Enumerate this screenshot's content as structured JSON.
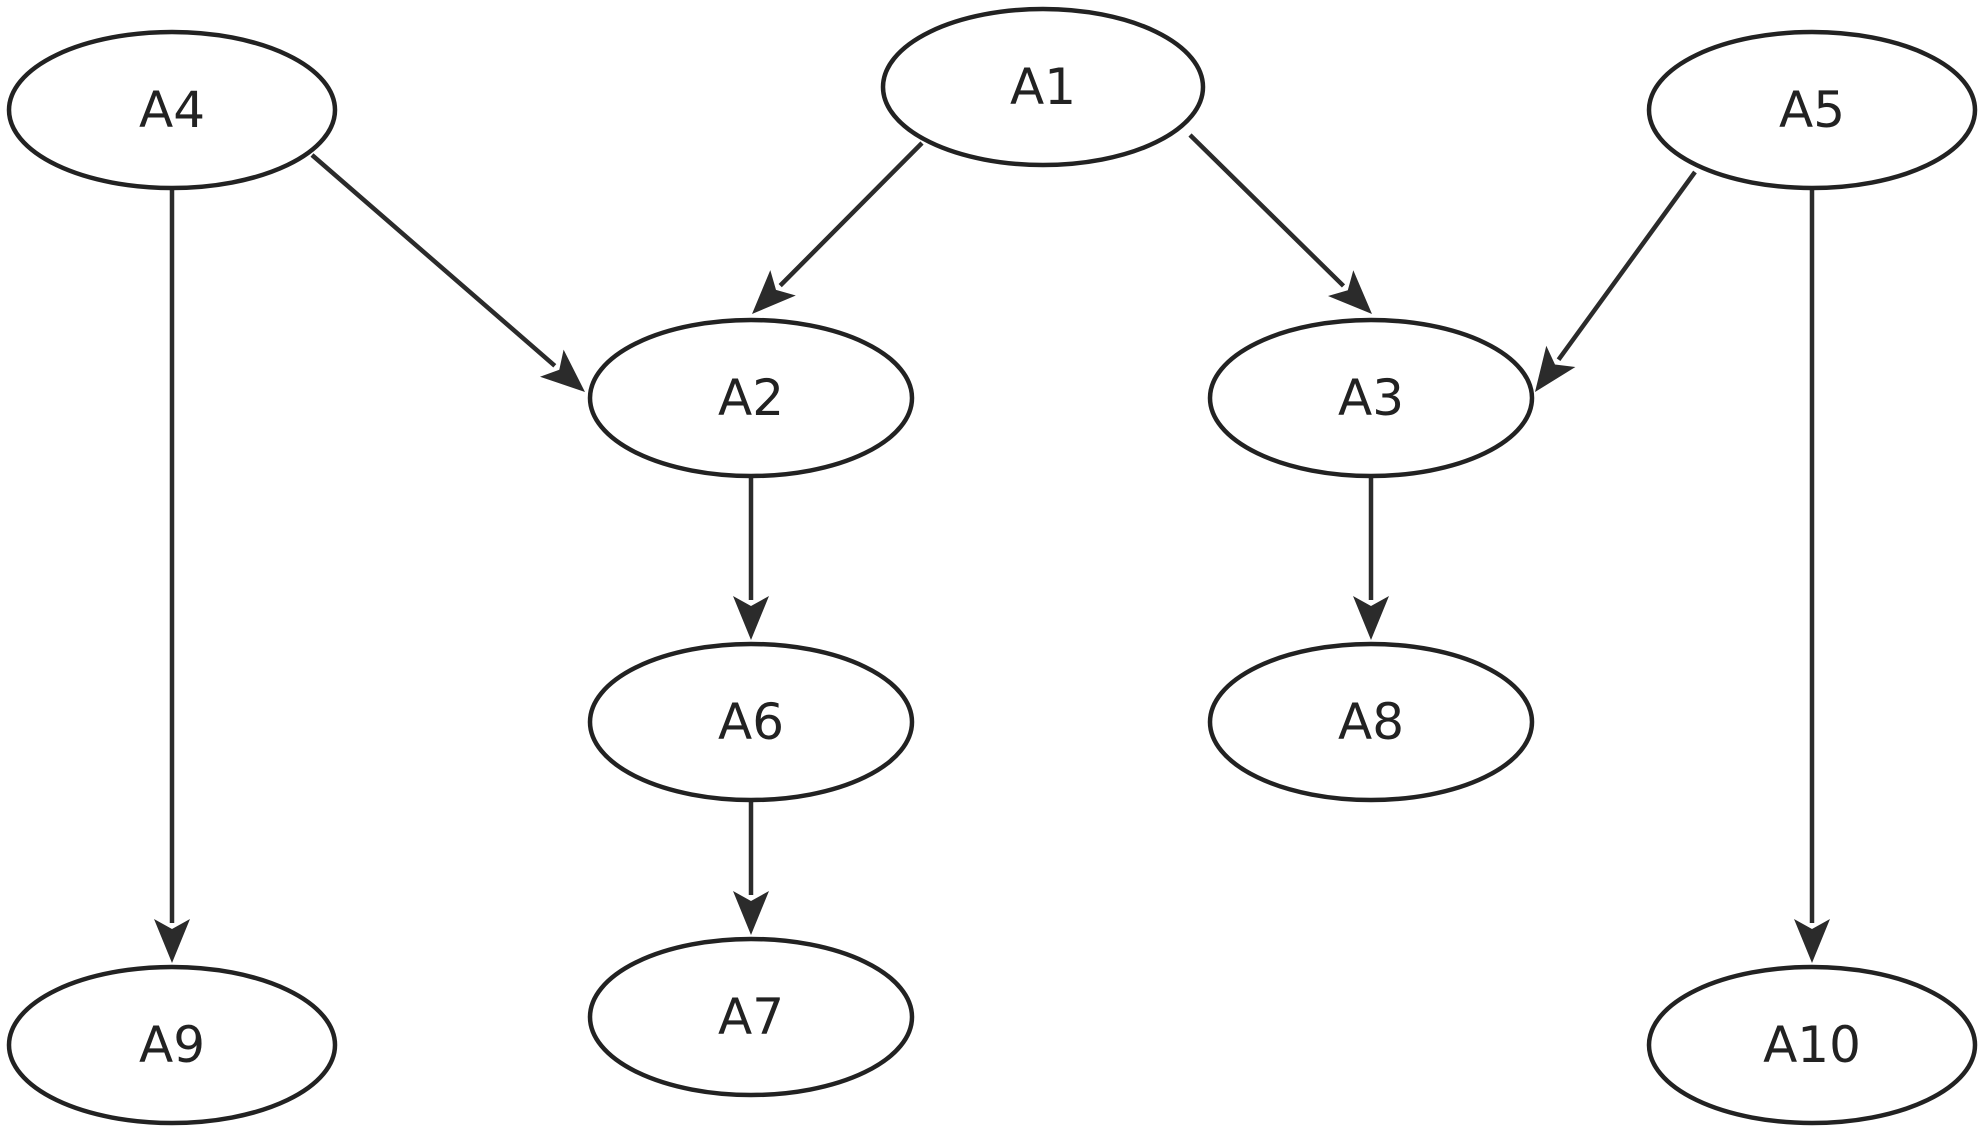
{
  "diagram": {
    "nodes": [
      {
        "id": "A1",
        "label": "A1"
      },
      {
        "id": "A2",
        "label": "A2"
      },
      {
        "id": "A3",
        "label": "A3"
      },
      {
        "id": "A4",
        "label": "A4"
      },
      {
        "id": "A5",
        "label": "A5"
      },
      {
        "id": "A6",
        "label": "A6"
      },
      {
        "id": "A7",
        "label": "A7"
      },
      {
        "id": "A8",
        "label": "A8"
      },
      {
        "id": "A9",
        "label": "A9"
      },
      {
        "id": "A10",
        "label": "A10"
      }
    ],
    "edges": [
      {
        "from": "A1",
        "to": "A2"
      },
      {
        "from": "A1",
        "to": "A3"
      },
      {
        "from": "A4",
        "to": "A2"
      },
      {
        "from": "A4",
        "to": "A9"
      },
      {
        "from": "A5",
        "to": "A3"
      },
      {
        "from": "A5",
        "to": "A10"
      },
      {
        "from": "A2",
        "to": "A6"
      },
      {
        "from": "A6",
        "to": "A7"
      },
      {
        "from": "A3",
        "to": "A8"
      }
    ],
    "colors": {
      "stroke": "#222222",
      "background": "#ffffff"
    }
  }
}
